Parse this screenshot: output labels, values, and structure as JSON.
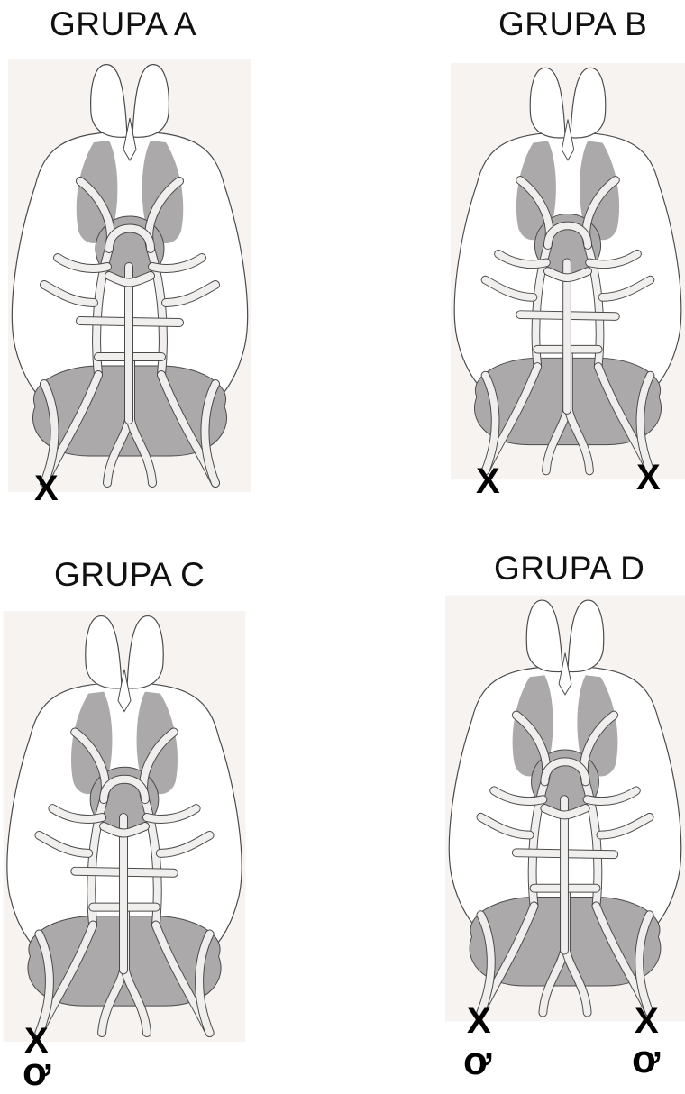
{
  "panels": [
    {
      "title": "GRUPA A",
      "marks": [
        "X"
      ]
    },
    {
      "title": "GRUPA B",
      "marks": [
        "X",
        "X"
      ]
    },
    {
      "title": "GRUPA C",
      "marks": [
        "X",
        "ơ"
      ]
    },
    {
      "title": "GRUPA D",
      "marks": [
        "X",
        "ơ",
        "X",
        "ơ"
      ]
    }
  ],
  "colors": {
    "bg_panel": "#f7f3f1",
    "vessel_fill": "#f1efee",
    "tissue": "#aba9aa",
    "outline": "#4a4a4a"
  }
}
